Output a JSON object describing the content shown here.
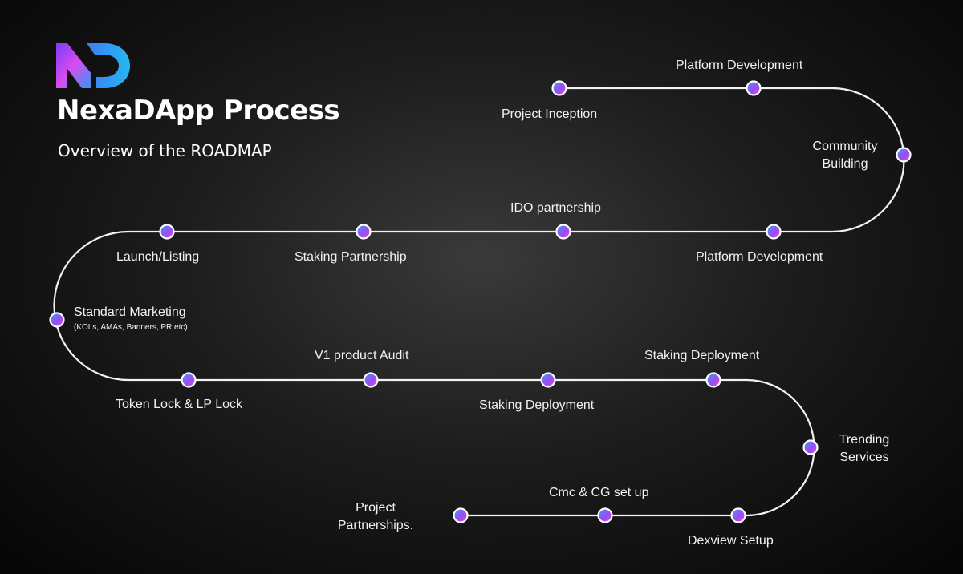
{
  "header": {
    "title": "NexaDApp Process",
    "subtitle": "Overview of the ROADMAP"
  },
  "logo": {
    "text": "ND",
    "colors": [
      "#7b3cf5",
      "#d84cf0",
      "#2e9bf3"
    ]
  },
  "colors": {
    "path": "#f2f2f2",
    "node_gradient": [
      "#3aa0f5",
      "#9a4cf2",
      "#e44cd6"
    ]
  },
  "milestones": [
    {
      "id": "project-inception",
      "label": "Project Inception"
    },
    {
      "id": "platform-development-1",
      "label": "Platform Development"
    },
    {
      "id": "community-building",
      "label": "Community Building"
    },
    {
      "id": "platform-development-2",
      "label": "Platform Development"
    },
    {
      "id": "ido-partnership",
      "label": "IDO partnership"
    },
    {
      "id": "staking-partnership",
      "label": "Staking Partnership"
    },
    {
      "id": "launch-listing",
      "label": "Launch/Listing"
    },
    {
      "id": "standard-marketing",
      "label": "Standard Marketing",
      "note": "(KOLs, AMAs, Banners, PR etc)"
    },
    {
      "id": "token-lock",
      "label": "Token Lock & LP Lock"
    },
    {
      "id": "v1-product-audit",
      "label": "V1 product Audit"
    },
    {
      "id": "staking-deployment-1",
      "label": "Staking Deployment"
    },
    {
      "id": "staking-deployment-2",
      "label": "Staking Deployment"
    },
    {
      "id": "trending-services",
      "label": "Trending Services"
    },
    {
      "id": "dexview-setup",
      "label": "Dexview Setup"
    },
    {
      "id": "cmc-cg-setup",
      "label": "Cmc & CG set up"
    },
    {
      "id": "project-partnerships",
      "label": "Project Partnerships."
    }
  ]
}
